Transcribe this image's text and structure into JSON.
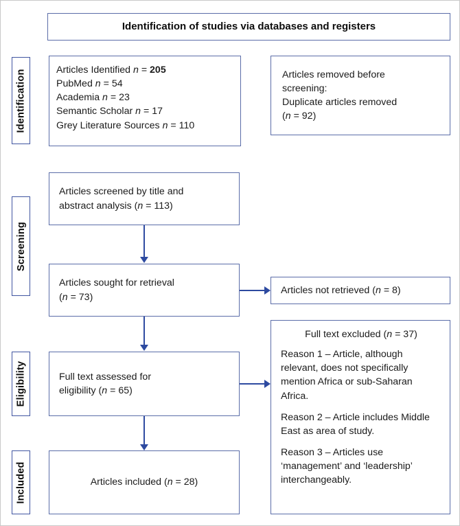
{
  "figure": {
    "type": "prisma-flow-diagram",
    "border_color": "#c9c9c9",
    "box_border_color": "#5a6ca8",
    "arrow_color": "#2d4aa0"
  },
  "header": {
    "title": "Identification of studies via databases and registers"
  },
  "stages": [
    {
      "key": "identification",
      "label": "Identification"
    },
    {
      "key": "screening",
      "label": "Screening"
    },
    {
      "key": "eligibility",
      "label": "Eligibility"
    },
    {
      "key": "included",
      "label": "Included"
    }
  ],
  "identification": {
    "records_box": {
      "lines": [
        {
          "text": "Articles Identified ",
          "n": "n",
          "eq": " = ",
          "value": "205",
          "bold_value": true
        },
        {
          "text": "PubMed ",
          "n": "n",
          "eq": " = ",
          "value": "54",
          "bold_value": false
        },
        {
          "text": "Academia ",
          "n": "n",
          "eq": " = ",
          "value": "23",
          "bold_value": false
        },
        {
          "text": "Semantic Scholar ",
          "n": "n",
          "eq": " = ",
          "value": "17",
          "bold_value": false
        },
        {
          "text": "Grey Literature Sources ",
          "n": "n",
          "eq": " = ",
          "value": "110",
          "bold_value": false
        }
      ]
    },
    "removed_box": {
      "line1": "Articles removed before",
      "line2": "screening:",
      "line3": "Duplicate articles removed",
      "line4_prefix": "(",
      "line4_n": "n",
      "line4_value": " = 92)"
    }
  },
  "screening": {
    "screened_box": {
      "line1": "Articles screened by title and",
      "line2_prefix": "abstract analysis (",
      "line2_n": "n",
      "line2_value": " = 113)"
    },
    "sought_box": {
      "line1": "Articles sought for retrieval",
      "line2_prefix": "(",
      "line2_n": "n",
      "line2_value": " = 73)"
    },
    "not_retrieved_box": {
      "prefix": "Articles not retrieved (",
      "n": "n",
      "value": " = 8)"
    }
  },
  "eligibility": {
    "assessed_box": {
      "line1": "Full text assessed for",
      "line2_prefix": "eligibility (",
      "line2_n": "n",
      "line2_value": " = 65)"
    },
    "excluded_box": {
      "heading_prefix": "Full text excluded (",
      "heading_n": "n",
      "heading_value": " = 37)",
      "reasons": [
        "Reason 1 – Article, although relevant, does not specifically mention Africa or sub-Saharan Africa.",
        "Reason 2 – Article includes Middle East as area of study.",
        "Reason 3 – Articles use ‘management’ and ‘leadership’ interchangeably."
      ]
    }
  },
  "included": {
    "included_box": {
      "prefix": "Articles included (",
      "n": "n",
      "value": " = 28)"
    }
  }
}
